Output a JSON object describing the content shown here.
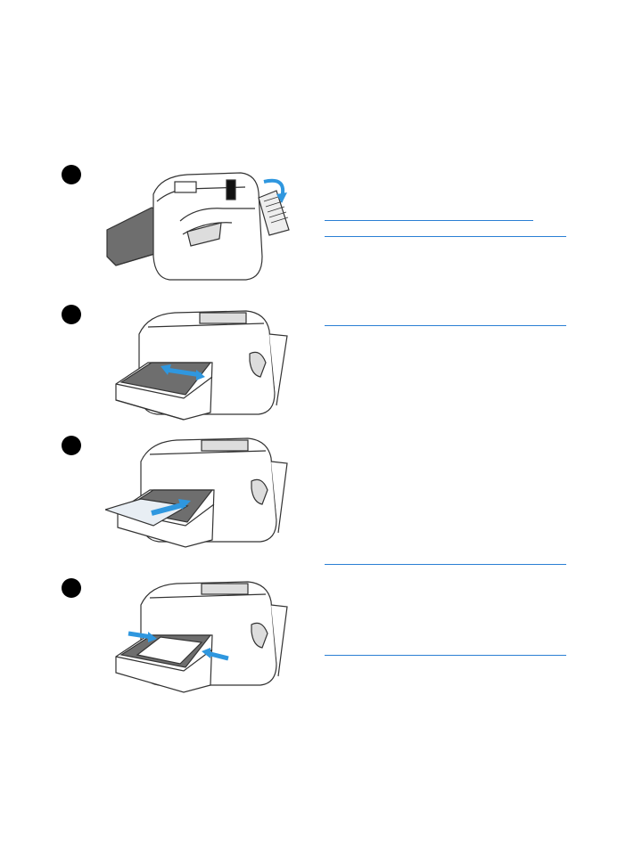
{
  "page": {
    "background": "#ffffff",
    "rule_color": "#2a7fd4",
    "badge_color": "#000000",
    "arrow_color": "#2f97df"
  },
  "steps": [
    {
      "illustration": "printer-rear-output-door-flip"
    },
    {
      "illustration": "printer-media-guides-adjust"
    },
    {
      "illustration": "printer-envelope-insert"
    },
    {
      "illustration": "printer-guides-align-envelope"
    }
  ]
}
